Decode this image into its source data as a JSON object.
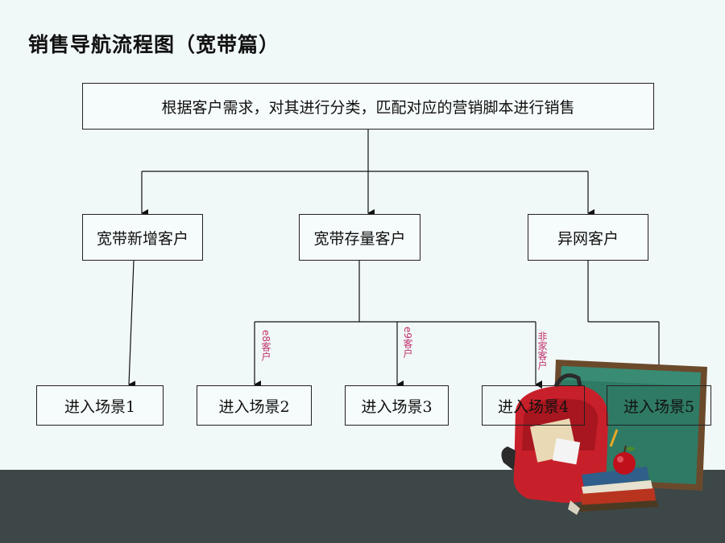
{
  "title": "销售导航流程图（宽带篇）",
  "root": {
    "label": "根据客户需求，对其进行分类，匹配对应的营销脚本进行销售"
  },
  "categories": [
    {
      "label": "宽带新增客户"
    },
    {
      "label": "宽带存量客户"
    },
    {
      "label": "异网客户"
    }
  ],
  "scenes": [
    {
      "label": "进入场景1"
    },
    {
      "label": "进入场景2"
    },
    {
      "label": "进入场景3"
    },
    {
      "label": "进入场景4"
    },
    {
      "label": "进入场景5"
    }
  ],
  "edge_labels": [
    "e8客户",
    "e9客户",
    "非家客户"
  ],
  "colors": {
    "background": "#f1f8f8",
    "footer": "#3d4748",
    "edge_label": "#c0306a"
  },
  "decoration": {
    "icons": [
      "chalkboard-icon",
      "backpack-icon",
      "books-icon",
      "apple-icon"
    ]
  }
}
